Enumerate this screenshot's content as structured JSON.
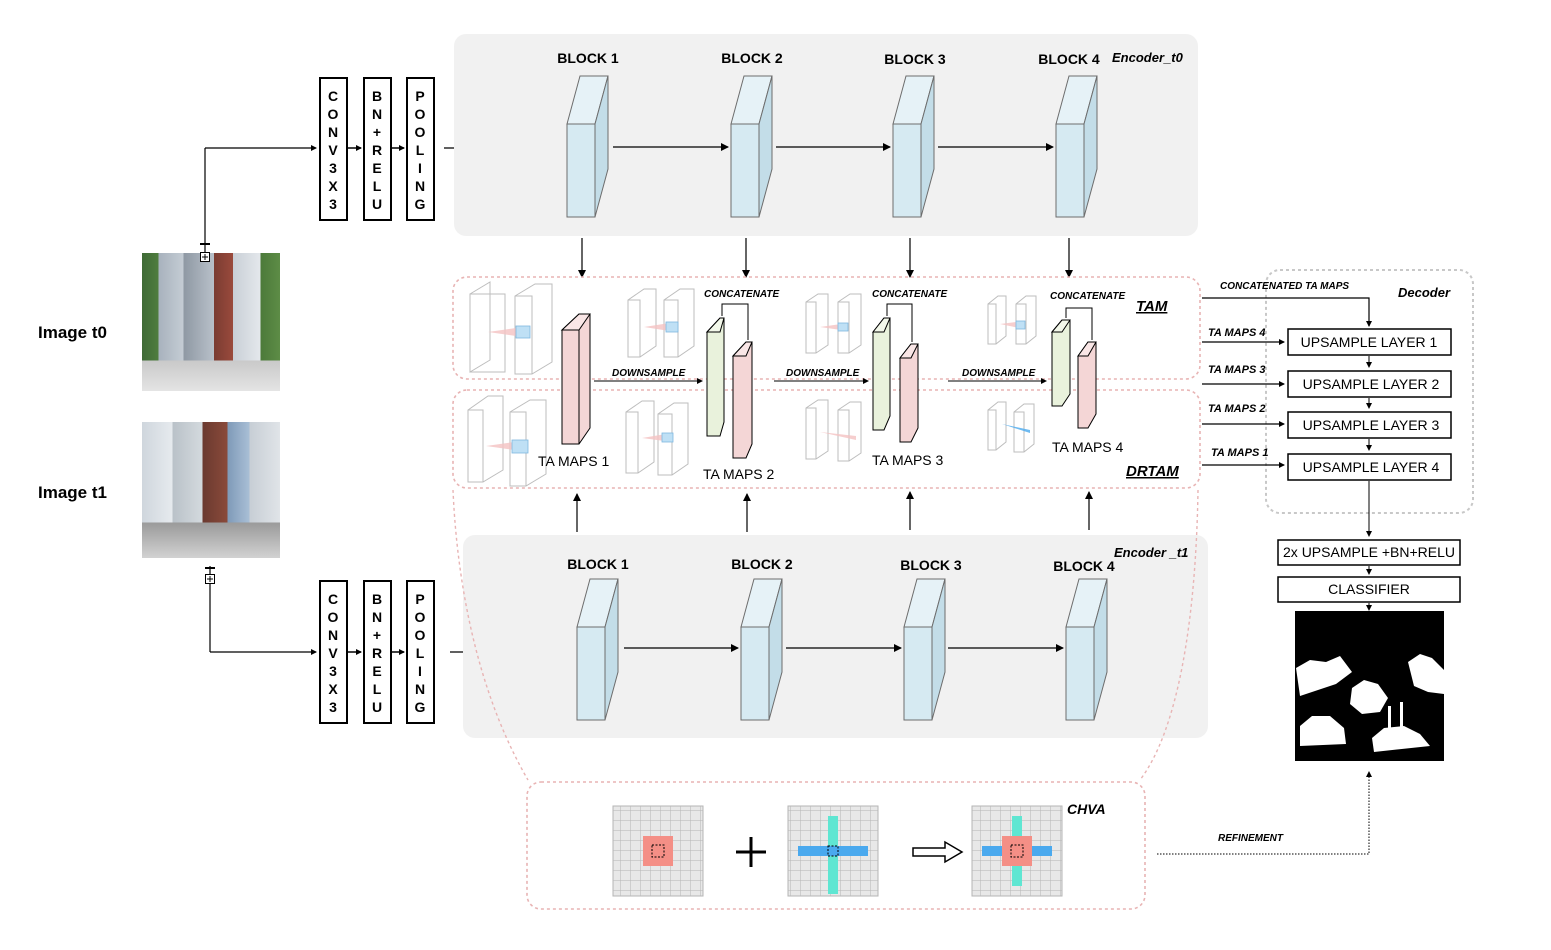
{
  "images": {
    "t0_label": "Image t0",
    "t1_label": "Image t1"
  },
  "stem": {
    "conv_letters": [
      "C",
      "O",
      "N",
      "V",
      "3",
      "X",
      "3"
    ],
    "bn_letters": [
      "B",
      "N",
      "+",
      "R",
      "E",
      "L",
      "U"
    ],
    "pool_letters": [
      "P",
      "O",
      "O",
      "L",
      "I",
      "N",
      "G"
    ]
  },
  "encoder_t0": {
    "title": "Encoder_t0",
    "blocks": [
      "BLOCK 1",
      "BLOCK 2",
      "BLOCK 3",
      "BLOCK 4"
    ]
  },
  "encoder_t1": {
    "title": "Encoder _t1",
    "blocks": [
      "BLOCK 1",
      "BLOCK 2",
      "BLOCK 3",
      "BLOCK 4"
    ]
  },
  "tam": {
    "title": "TAM",
    "concatenate": "CONCATENATE",
    "downsample": "DOWNSAMPLE"
  },
  "drtam": {
    "title": "DRTAM",
    "ta_maps": [
      "TA MAPS 1",
      "TA MAPS 2",
      "TA MAPS 3",
      "TA MAPS 4"
    ]
  },
  "decoder": {
    "title": "Decoder",
    "concatenated_label": "CONCATENATED TA MAPS",
    "inputs": [
      "TA MAPS 4",
      "TA MAPS 3",
      "TA MAPS 2",
      "TA MAPS 1"
    ],
    "layers": [
      "UPSAMPLE LAYER 1",
      "UPSAMPLE LAYER 2",
      "UPSAMPLE LAYER 3",
      "UPSAMPLE LAYER 4"
    ],
    "upsample_bn": "2x UPSAMPLE +BN+RELU",
    "classifier": "CLASSIFIER"
  },
  "chva": {
    "title": "CHVA",
    "refinement": "REFINEMENT"
  },
  "colors": {
    "block_blue": "#d6eaf2",
    "ta_pink": "#f4d6d6",
    "ta_green": "#e9f2dc",
    "panel_gray": "#f1f1f1",
    "dashed_pink": "#e8b4b4",
    "salmon": "#f48f86",
    "cyan": "#5fe6d2",
    "blue": "#4aa9ee"
  }
}
